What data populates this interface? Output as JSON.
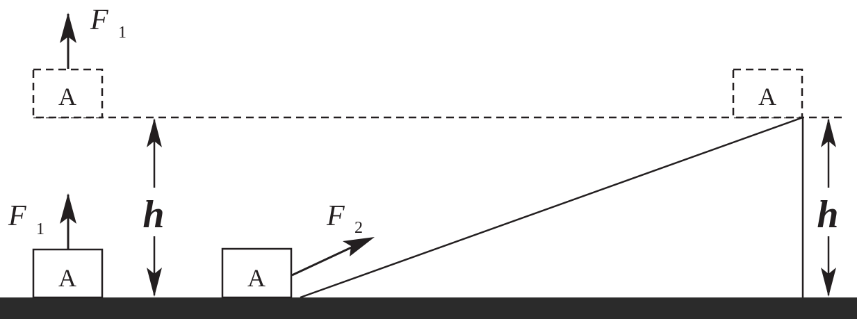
{
  "labels": {
    "force_vertical": "F",
    "force_vertical_sub": "1",
    "force_incline": "F",
    "force_incline_sub": "2",
    "height": "h",
    "block": "A"
  },
  "colors": {
    "ink": "#231f20",
    "ground": "#2b2b2b",
    "background": "#ffffff"
  }
}
